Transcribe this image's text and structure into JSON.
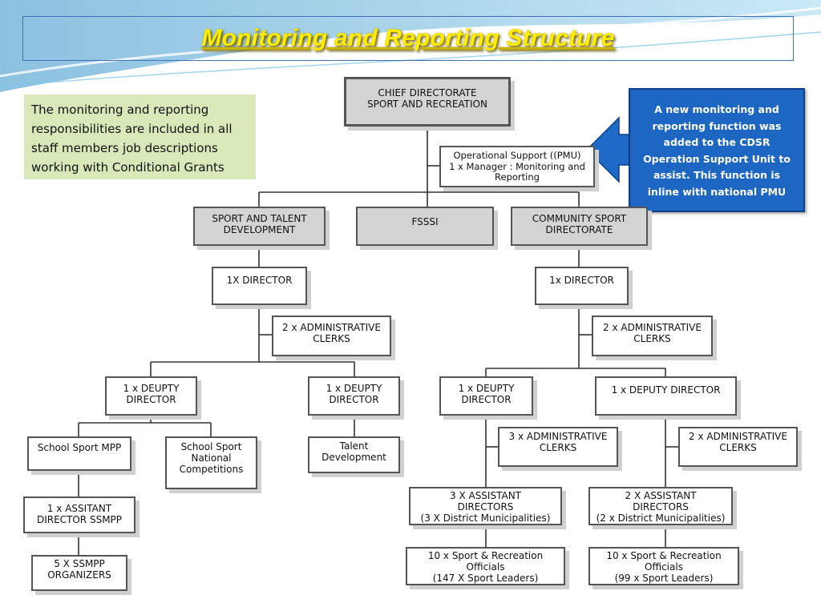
{
  "slide": {
    "title": "Monitoring and Reporting Structure",
    "note": "The monitoring and reporting responsibilities are included in all staff members job descriptions working with Conditional Grants",
    "callout": "A new monitoring and reporting function was added to the CDSR Operation Support Unit to assist.  This function is inline with national PMU"
  },
  "colors": {
    "title": "#ffee00",
    "note_bg": "#d9e8b8",
    "callout_bg": "#1d66c2",
    "arrow": "#1f6ac6",
    "box_gray": "#d4d4d4",
    "wave": "#4fa7d6"
  },
  "org": {
    "chief": "CHIEF DIRECTORATE\nSPORT AND RECREATION",
    "ops_support": "Operational Support ((PMU)\n1 x Manager : Monitoring and\nReporting",
    "sport_talent": "SPORT AND TALENT\nDEVELOPMENT",
    "fsssi": "FSSSI",
    "community": "COMMUNITY SPORT\nDIRECTORATE",
    "st_director": "1X DIRECTOR",
    "st_admin": "2 x ADMINISTRATIVE\nCLERKS",
    "st_deputy1": "1 x DEUPTY\nDIRECTOR",
    "st_deputy2": "1 x DEUPTY\nDIRECTOR",
    "school_mpp": "School Sport MPP",
    "school_national": "School Sport\nNational\nCompetitions",
    "talent_dev": "Talent\nDevelopment",
    "asst_ssmpp": "1 x ASSITANT\nDIRECTOR SSMPP",
    "ssmpp_org": "5 X SSMPP\nORGANIZERS",
    "cs_director": "1x DIRECTOR",
    "cs_admin": "2 x ADMINISTRATIVE\nCLERKS",
    "cs_deputy1": "1 x DEUPTY\nDIRECTOR",
    "cs_deputy2": "1 x DEPUTY DIRECTOR",
    "cs_admin3": "3  x ADMINISTRATIVE\nCLERKS",
    "cs_admin2b": "2 x ADMINISTRATIVE\nCLERKS",
    "cs_asst3": "3 X ASSISTANT\nDIRECTORS\n(3 X District Municipalities)",
    "cs_asst2": "2 X ASSISTANT\nDIRECTORS\n(2 x District Municipalities)",
    "cs_off147": "10 x Sport & Recreation\nOfficials\n(147 X Sport Leaders)",
    "cs_off99": "10 x Sport & Recreation\nOfficials\n(99 x Sport Leaders)"
  }
}
